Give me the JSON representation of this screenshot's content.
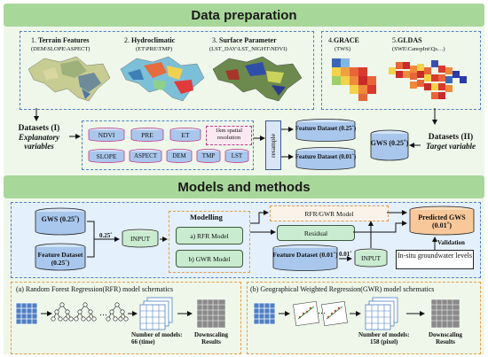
{
  "sections": {
    "data_preparation": "Data preparation",
    "models_methods": "Models and methods"
  },
  "maps": {
    "terrain_num": "1.",
    "terrain_title": "Terrain Features",
    "terrain_sub": "(DEM\\SLOPE\\ASPECT)",
    "hydro_num": "2.",
    "hydro_title": "Hydroclimatic",
    "hydro_sub": "(ET\\PRE\\TMP)",
    "surface_num": "3.",
    "surface_title": "Surface Parameter",
    "surface_sub": "(LST_DAY\\LST_NIGHT\\NDVI)",
    "grace_num": "4.",
    "grace_title": "GRACE",
    "grace_sub": "(TWS)",
    "gldas_num": "5.",
    "gldas_title": "GLDAS",
    "gldas_sub": "(SWE\\CanopInt\\Qs…)"
  },
  "datasets": {
    "d1_title": "Datasets (I)",
    "d1_sub": "Explanatory variables",
    "d2_title": "Datasets (II)",
    "d2_sub": "Target variable"
  },
  "variables": {
    "row1": [
      "NDVI",
      "PRE",
      "ET"
    ],
    "row2": [
      "SLOPE",
      "ASPECT",
      "DEM",
      "TMP",
      "LST"
    ],
    "resolution_note": "1km spatial resolution"
  },
  "resample": "resample",
  "feature_025": "Feature Dataset (0.25˚)",
  "feature_001": "Feature Dataset (0.01˚)",
  "gws_025": "GWS (0.25˚)",
  "models": {
    "gws_top": "GWS (0.25˚)",
    "feature_left": "Feature Dataset (0.25˚)",
    "arrow_025": "0.25˚",
    "arrow_001": "0.01˚",
    "input1": "INPUT",
    "input2": "INPUT",
    "modelling": "Modelling",
    "rfr_model": "a) RFR Model",
    "gwr_model": "b) GWR Model",
    "rfr_gwr_model": "RFR/GWR Model",
    "residual": "Residual",
    "feature_001_label": "Feature Dataset (0.01˚)",
    "predicted": "Predicted GWS (0.01˚)",
    "validation": "Validation",
    "insitu": "In-situ groundwater levels"
  },
  "rfr_panel": {
    "title": "(a) Random Forest Regression(RFR) model schematics",
    "num_models": "Number of models:",
    "num_value": "66 (time)",
    "dots": "…",
    "result": "Downscaling Results"
  },
  "gwr_panel": {
    "title": "(b) Geographical Weighted Regression(GWR) model schematics",
    "num_models": "Number of models:",
    "num_value": "158 (pixel)",
    "dots": "…",
    "result": "Downscaling Results"
  },
  "colors": {
    "header_green": "#a8d79a",
    "panel_blue": "#4f7fc4",
    "cylinder_blue": "#a9c7ec",
    "box_green": "#c9ebcf",
    "orange": "#e39b4a",
    "predicted_orange": "#f8c89a"
  }
}
